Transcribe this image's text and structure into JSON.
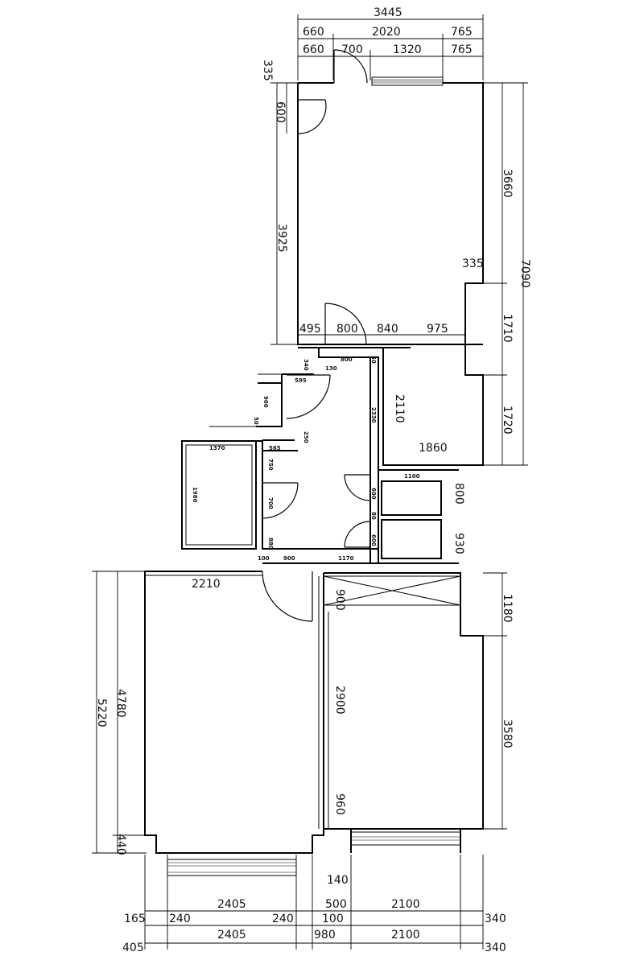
{
  "plan": {
    "dims": {
      "top_total": "3445",
      "top_a": "660",
      "top_b": "2020",
      "top_c": "765",
      "top_d": "660",
      "top_e": "700",
      "top_f": "1320",
      "top_g": "765",
      "left_top": "335",
      "left_door": "600",
      "left_room": "3925",
      "right_upper": "3660",
      "right_total": "7090",
      "right_notch": "335",
      "right_mid": "1710",
      "right_lower": "1720",
      "mid_a": "495",
      "mid_b": "800",
      "mid_c": "840",
      "mid_d": "975",
      "corr_340": "340",
      "corr_130": "130",
      "corr_800": "800",
      "corr_50a": "50",
      "corr_595": "595",
      "corr_900": "900",
      "corr_50b": "50",
      "corr_250": "250",
      "corr_2330": "2330",
      "corr_2110": "2110",
      "corr_1860": "1860",
      "bath_1370": "1370",
      "bath_565": "565",
      "bath_750": "750",
      "bath_1980": "1980",
      "bath_700": "700",
      "bath_880": "880",
      "cl_1100": "1100",
      "cl_600a": "600",
      "cl_800": "800",
      "cl_80": "80",
      "cl_600b": "600",
      "cl_930": "930",
      "hall_100": "100",
      "hall_900": "900",
      "hall_1170": "1170",
      "br_2210": "2210",
      "br_4780": "4780",
      "br_5220": "5220",
      "br_440": "440",
      "br2_900": "900",
      "br2_1180": "1180",
      "br2_2900": "2900",
      "br2_3580": "3580",
      "br2_960": "960",
      "bot_140": "140",
      "bot_2405a": "2405",
      "bot_240a": "240",
      "bot_500": "500",
      "bot_2100a": "2100",
      "bot_165": "165",
      "bot_240b": "240",
      "bot_100": "100",
      "bot_340a": "340",
      "bot_405": "405",
      "bot_2405b": "2405",
      "bot_980": "980",
      "bot_2100b": "2100",
      "bot_340b": "340"
    }
  }
}
